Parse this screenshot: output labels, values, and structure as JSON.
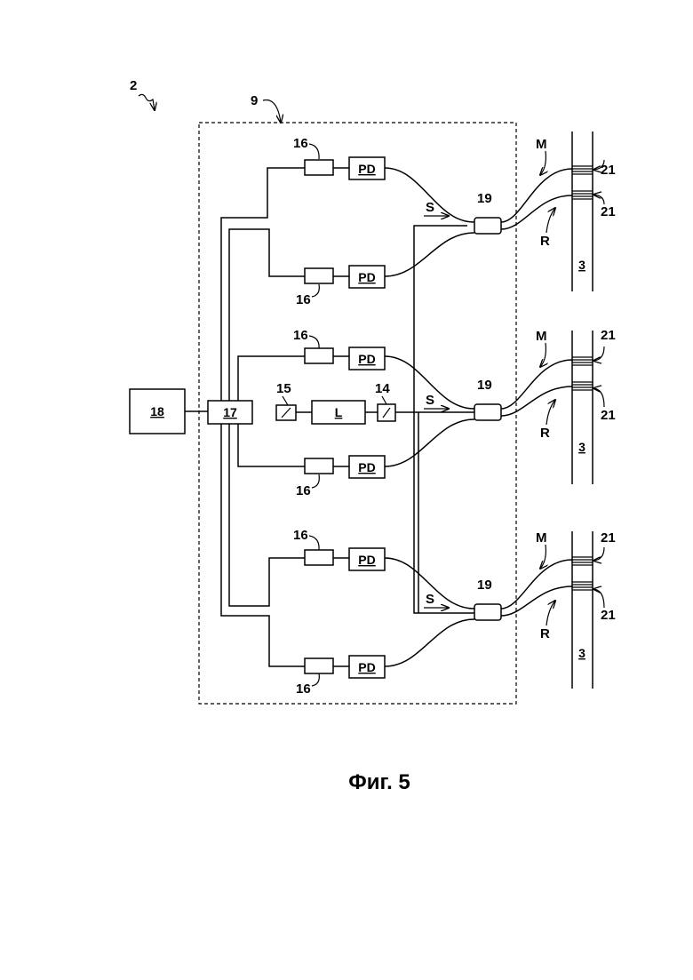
{
  "diagram": {
    "labels": {
      "system": "2",
      "unit": "9",
      "filter": "16",
      "photodiode": "PD",
      "coupler": "19",
      "sensor_fiber": "3",
      "grating": "21",
      "measure_path": "M",
      "reference_path": "R",
      "signal": "S",
      "controller": "17",
      "computer": "18",
      "laser": "L",
      "laser_ref": "15",
      "isolator": "14"
    },
    "caption": "Фиг. 5"
  }
}
